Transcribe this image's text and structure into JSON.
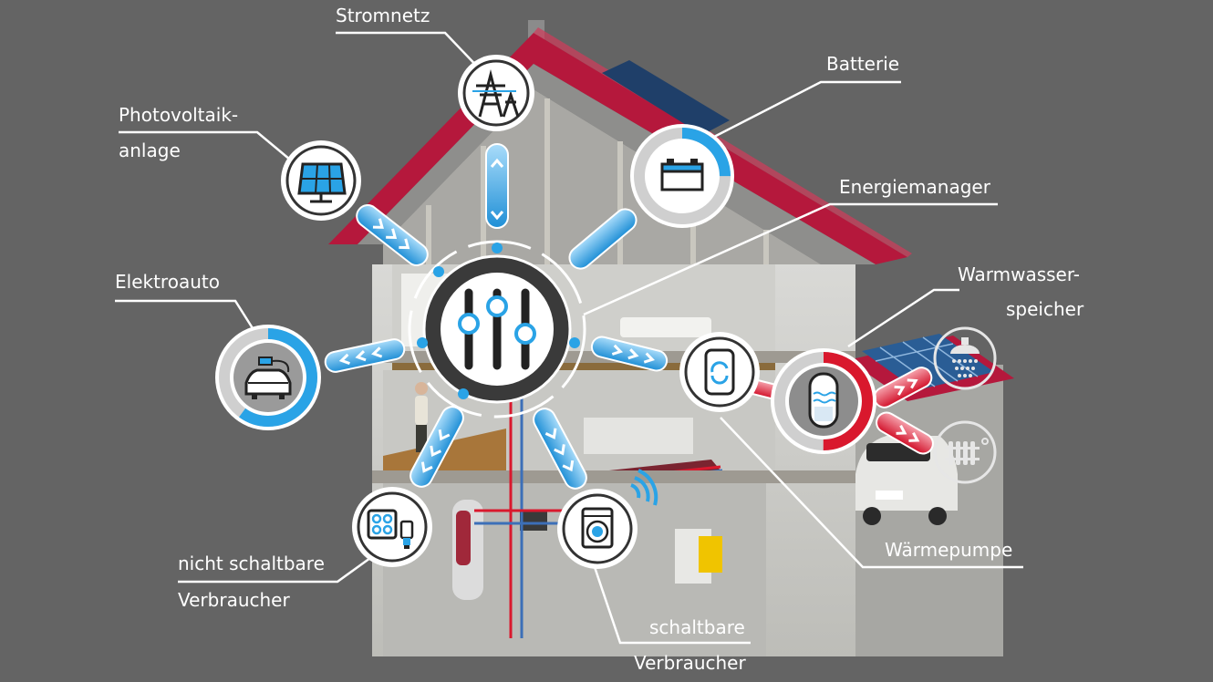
{
  "colors": {
    "background": "#646464",
    "accent_blue": "#2aa3e6",
    "accent_red": "#d9182d",
    "roof": "#b5183c",
    "white": "#ffffff"
  },
  "labels": {
    "stromnetz": "Stromnetz",
    "batterie": "Batterie",
    "photovoltaik_line1": "Photovoltaik-",
    "photovoltaik_line2": "anlage",
    "energiemanager": "Energiemanager",
    "elektroauto": "Elektroauto",
    "warmwasser_line1": "Warmwasser-",
    "warmwasser_line2": "speicher",
    "waermepumpe": "Wärmepumpe",
    "nicht_schaltbare_line1": "nicht schaltbare",
    "nicht_schaltbare_line2": "Verbraucher",
    "schaltbare_line1": "schaltbare",
    "schaltbare_line2": "Verbraucher"
  },
  "icons": {
    "grid": "power-tower-icon",
    "pv": "solar-panel-icon",
    "battery": "battery-icon",
    "manager": "sliders-icon",
    "car": "electric-car-icon",
    "heatpump": "heat-pump-icon",
    "storage": "water-tank-icon",
    "shower": "shower-icon",
    "radiator": "radiator-icon",
    "non_switchable": "stove-bulb-icon",
    "switchable": "washing-machine-icon"
  },
  "levels": {
    "battery_charge_fraction": 0.25,
    "car_charge_fraction": 0.6,
    "storage_fill_fraction": 0.5
  }
}
